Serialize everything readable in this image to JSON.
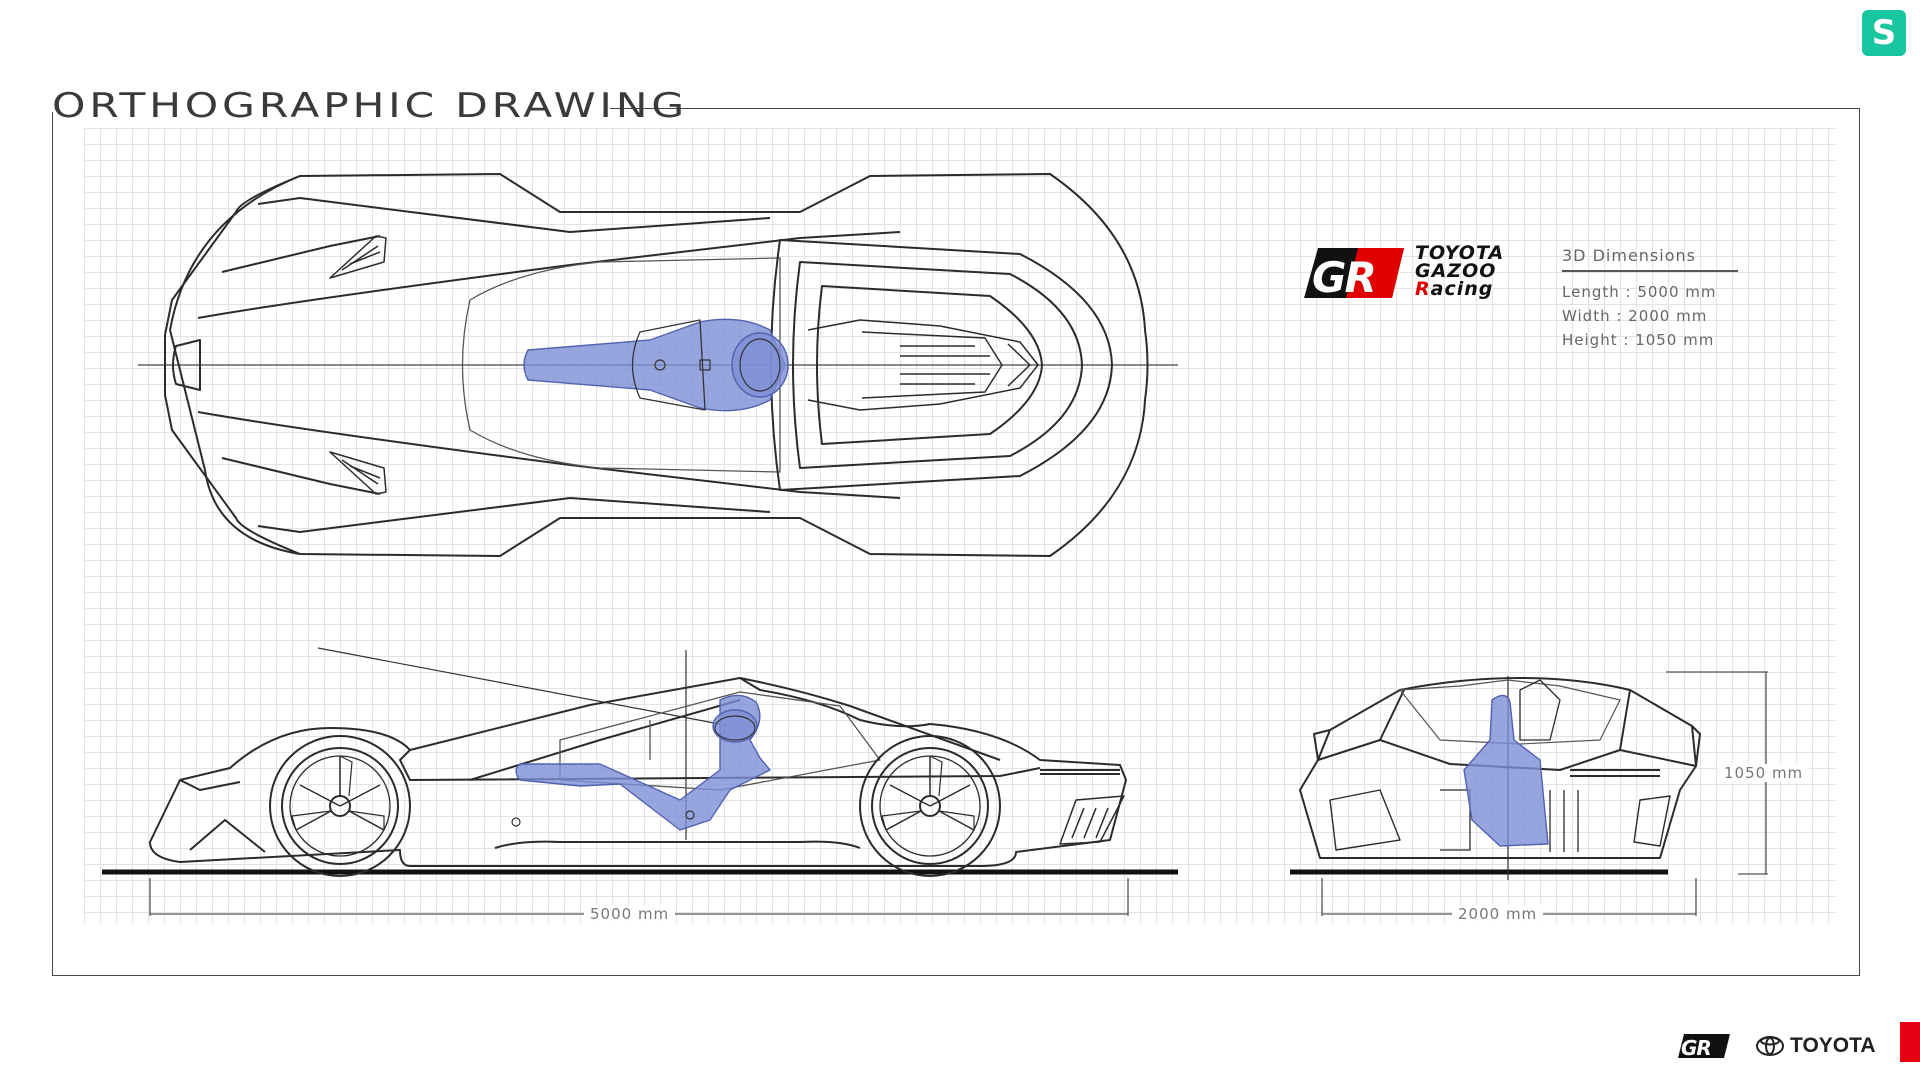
{
  "title": "ORTHOGRAPHIC DRAWING",
  "brand": {
    "gr_mark": "GR",
    "lines": [
      "TOYOTA",
      "GAZOO",
      "Racing"
    ],
    "racing_r": "R",
    "racing_rest": "acing"
  },
  "specs": {
    "title": "3D Dimensions",
    "length": "Length : 5000 mm",
    "width": "Width : 2000 mm",
    "height": "Height : 1050 mm"
  },
  "dimensions": {
    "side_length": "5000 mm",
    "front_width": "2000 mm",
    "front_height": "1050 mm"
  },
  "footer": {
    "gr_logo": "GR",
    "toyota": "TOYOTA"
  },
  "corner_logo": "S",
  "colors": {
    "line": "#2b2b2b",
    "driver_fill": "#7d8fd6",
    "brand_red": "#e00000",
    "logo_green": "#19c6a0"
  }
}
